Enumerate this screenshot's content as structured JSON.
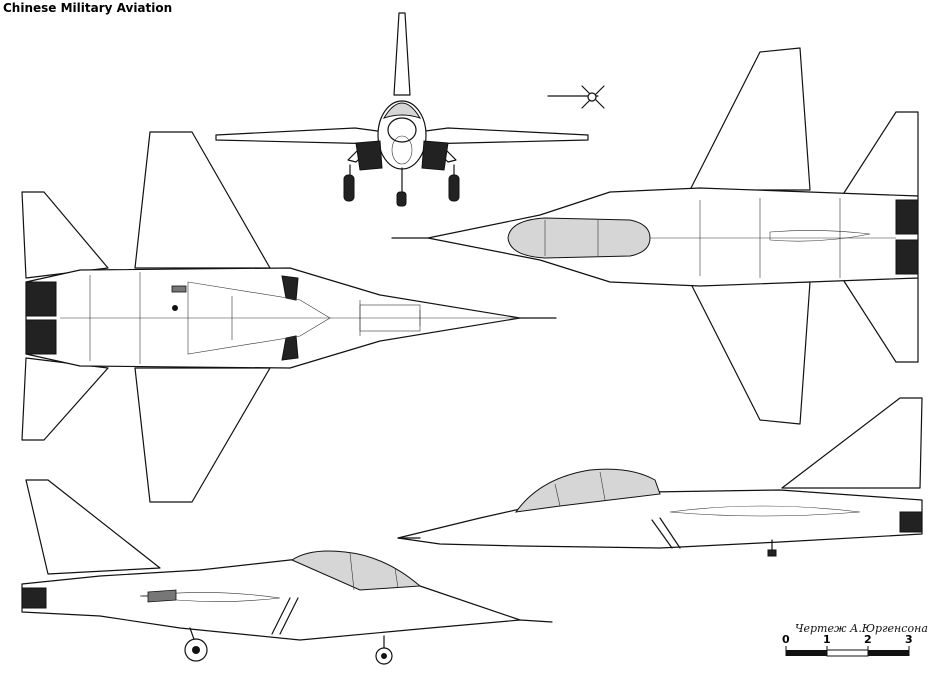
{
  "header": {
    "title": "Chinese Military Aviation"
  },
  "credit": {
    "text": "Чертеж А.Юргенсона"
  },
  "scale_bar": {
    "ticks": [
      "0",
      "1",
      "2",
      "3"
    ]
  }
}
